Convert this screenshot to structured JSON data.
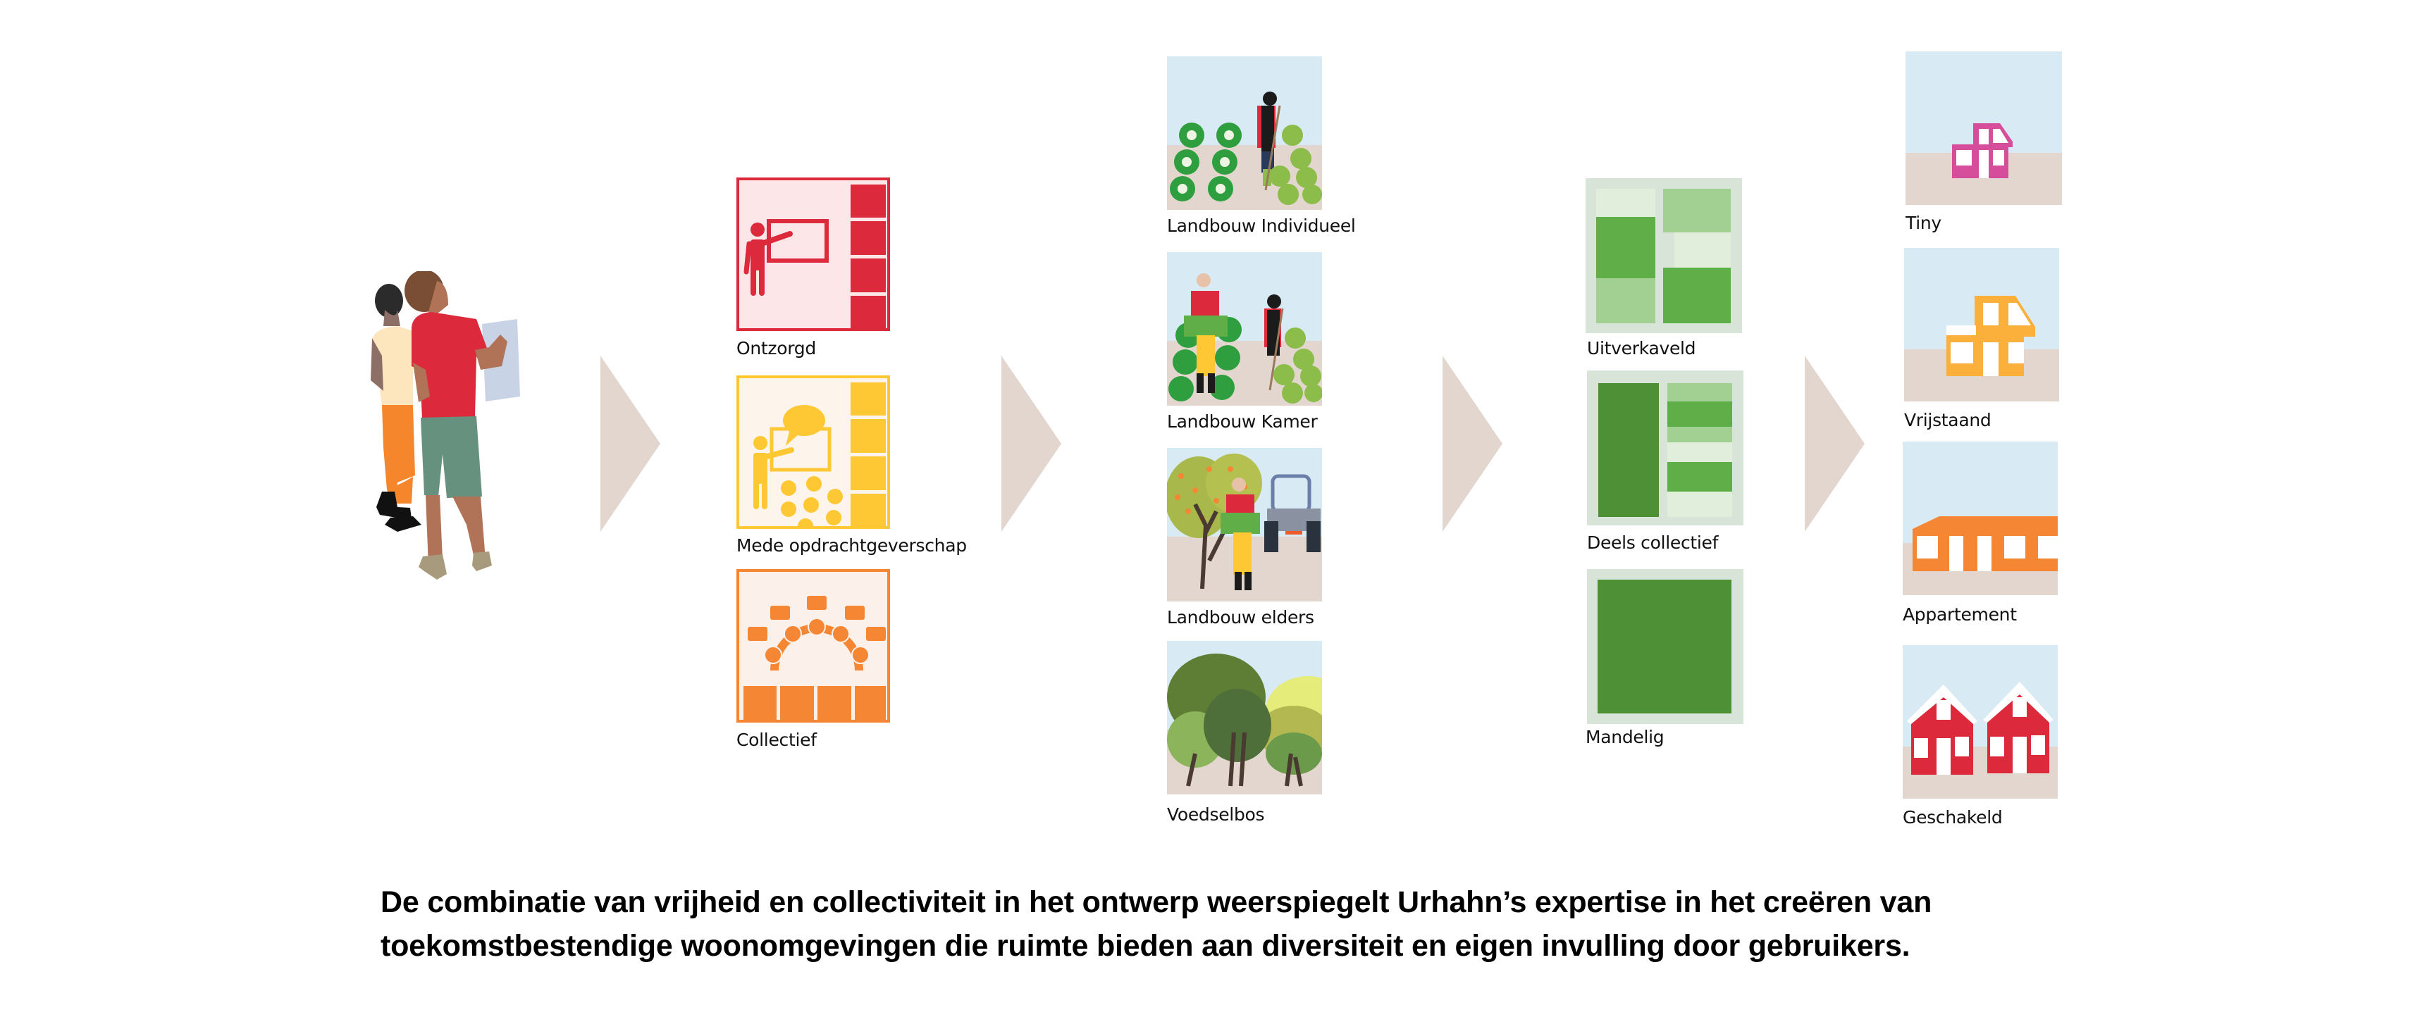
{
  "colors": {
    "arrow": "#e2d6cf",
    "sky": "#d8eaf4",
    "ground": "#e2d6cf",
    "ontzorgd": "#dc2a3c",
    "mede": "#fdc834",
    "collectief": "#f58634",
    "plot_bg": "#d8e4d8",
    "plot_pale": "#e2eedc",
    "plot_light": "#a2d092",
    "plot_mid": "#5fae47",
    "plot_dark": "#4e9036",
    "tiny": "#d54d9b",
    "vrijstaand": "#fbb03b",
    "appartement": "#f58634",
    "geschakeld": "#dc2a3c"
  },
  "people": {
    "icon": "two-people-looking-at-map"
  },
  "governance": {
    "items": [
      {
        "label": "Ontzorgd",
        "icon": "presenter-at-board"
      },
      {
        "label": "Mede opdrachtgeverschap",
        "icon": "presenter-with-speech-bubble-and-group"
      },
      {
        "label": "Collectief",
        "icon": "semicircle-of-people-with-speech-bubbles"
      }
    ],
    "sub_icons": [
      "road-icon",
      "pipe-water-icon",
      "water-basin-icon",
      "park-bench-tree-icon"
    ]
  },
  "farming": {
    "items": [
      {
        "label": "Landbouw Individueel",
        "icon": "farmer-with-hoe-and-crops"
      },
      {
        "label": "Landbouw Kamer",
        "icon": "two-farmers-with-crate-and-crops"
      },
      {
        "label": "Landbouw elders",
        "icon": "farmer-with-crate-orchard-tractor"
      },
      {
        "label": "Voedselbos",
        "icon": "food-forest-trees"
      }
    ]
  },
  "plots": {
    "items": [
      {
        "label": "Uitverkaveld",
        "icon": "divided-plots"
      },
      {
        "label": "Deels collectief",
        "icon": "partly-shared-plots"
      },
      {
        "label": "Mandelig",
        "icon": "shared-plot"
      }
    ]
  },
  "housing": {
    "items": [
      {
        "label": "Tiny",
        "icon": "tiny-house"
      },
      {
        "label": "Vrijstaand",
        "icon": "detached-house"
      },
      {
        "label": "Appartement",
        "icon": "apartment-block"
      },
      {
        "label": "Geschakeld",
        "icon": "linked-houses"
      }
    ]
  },
  "caption": {
    "line1": "De combinatie van vrijheid en collectiviteit in het ontwerp weerspiegelt Urhahn’s expertise in het creëren van",
    "line2": "toekomstbestendige woonomgevingen die ruimte bieden aan diversiteit en eigen invulling door gebruikers."
  }
}
